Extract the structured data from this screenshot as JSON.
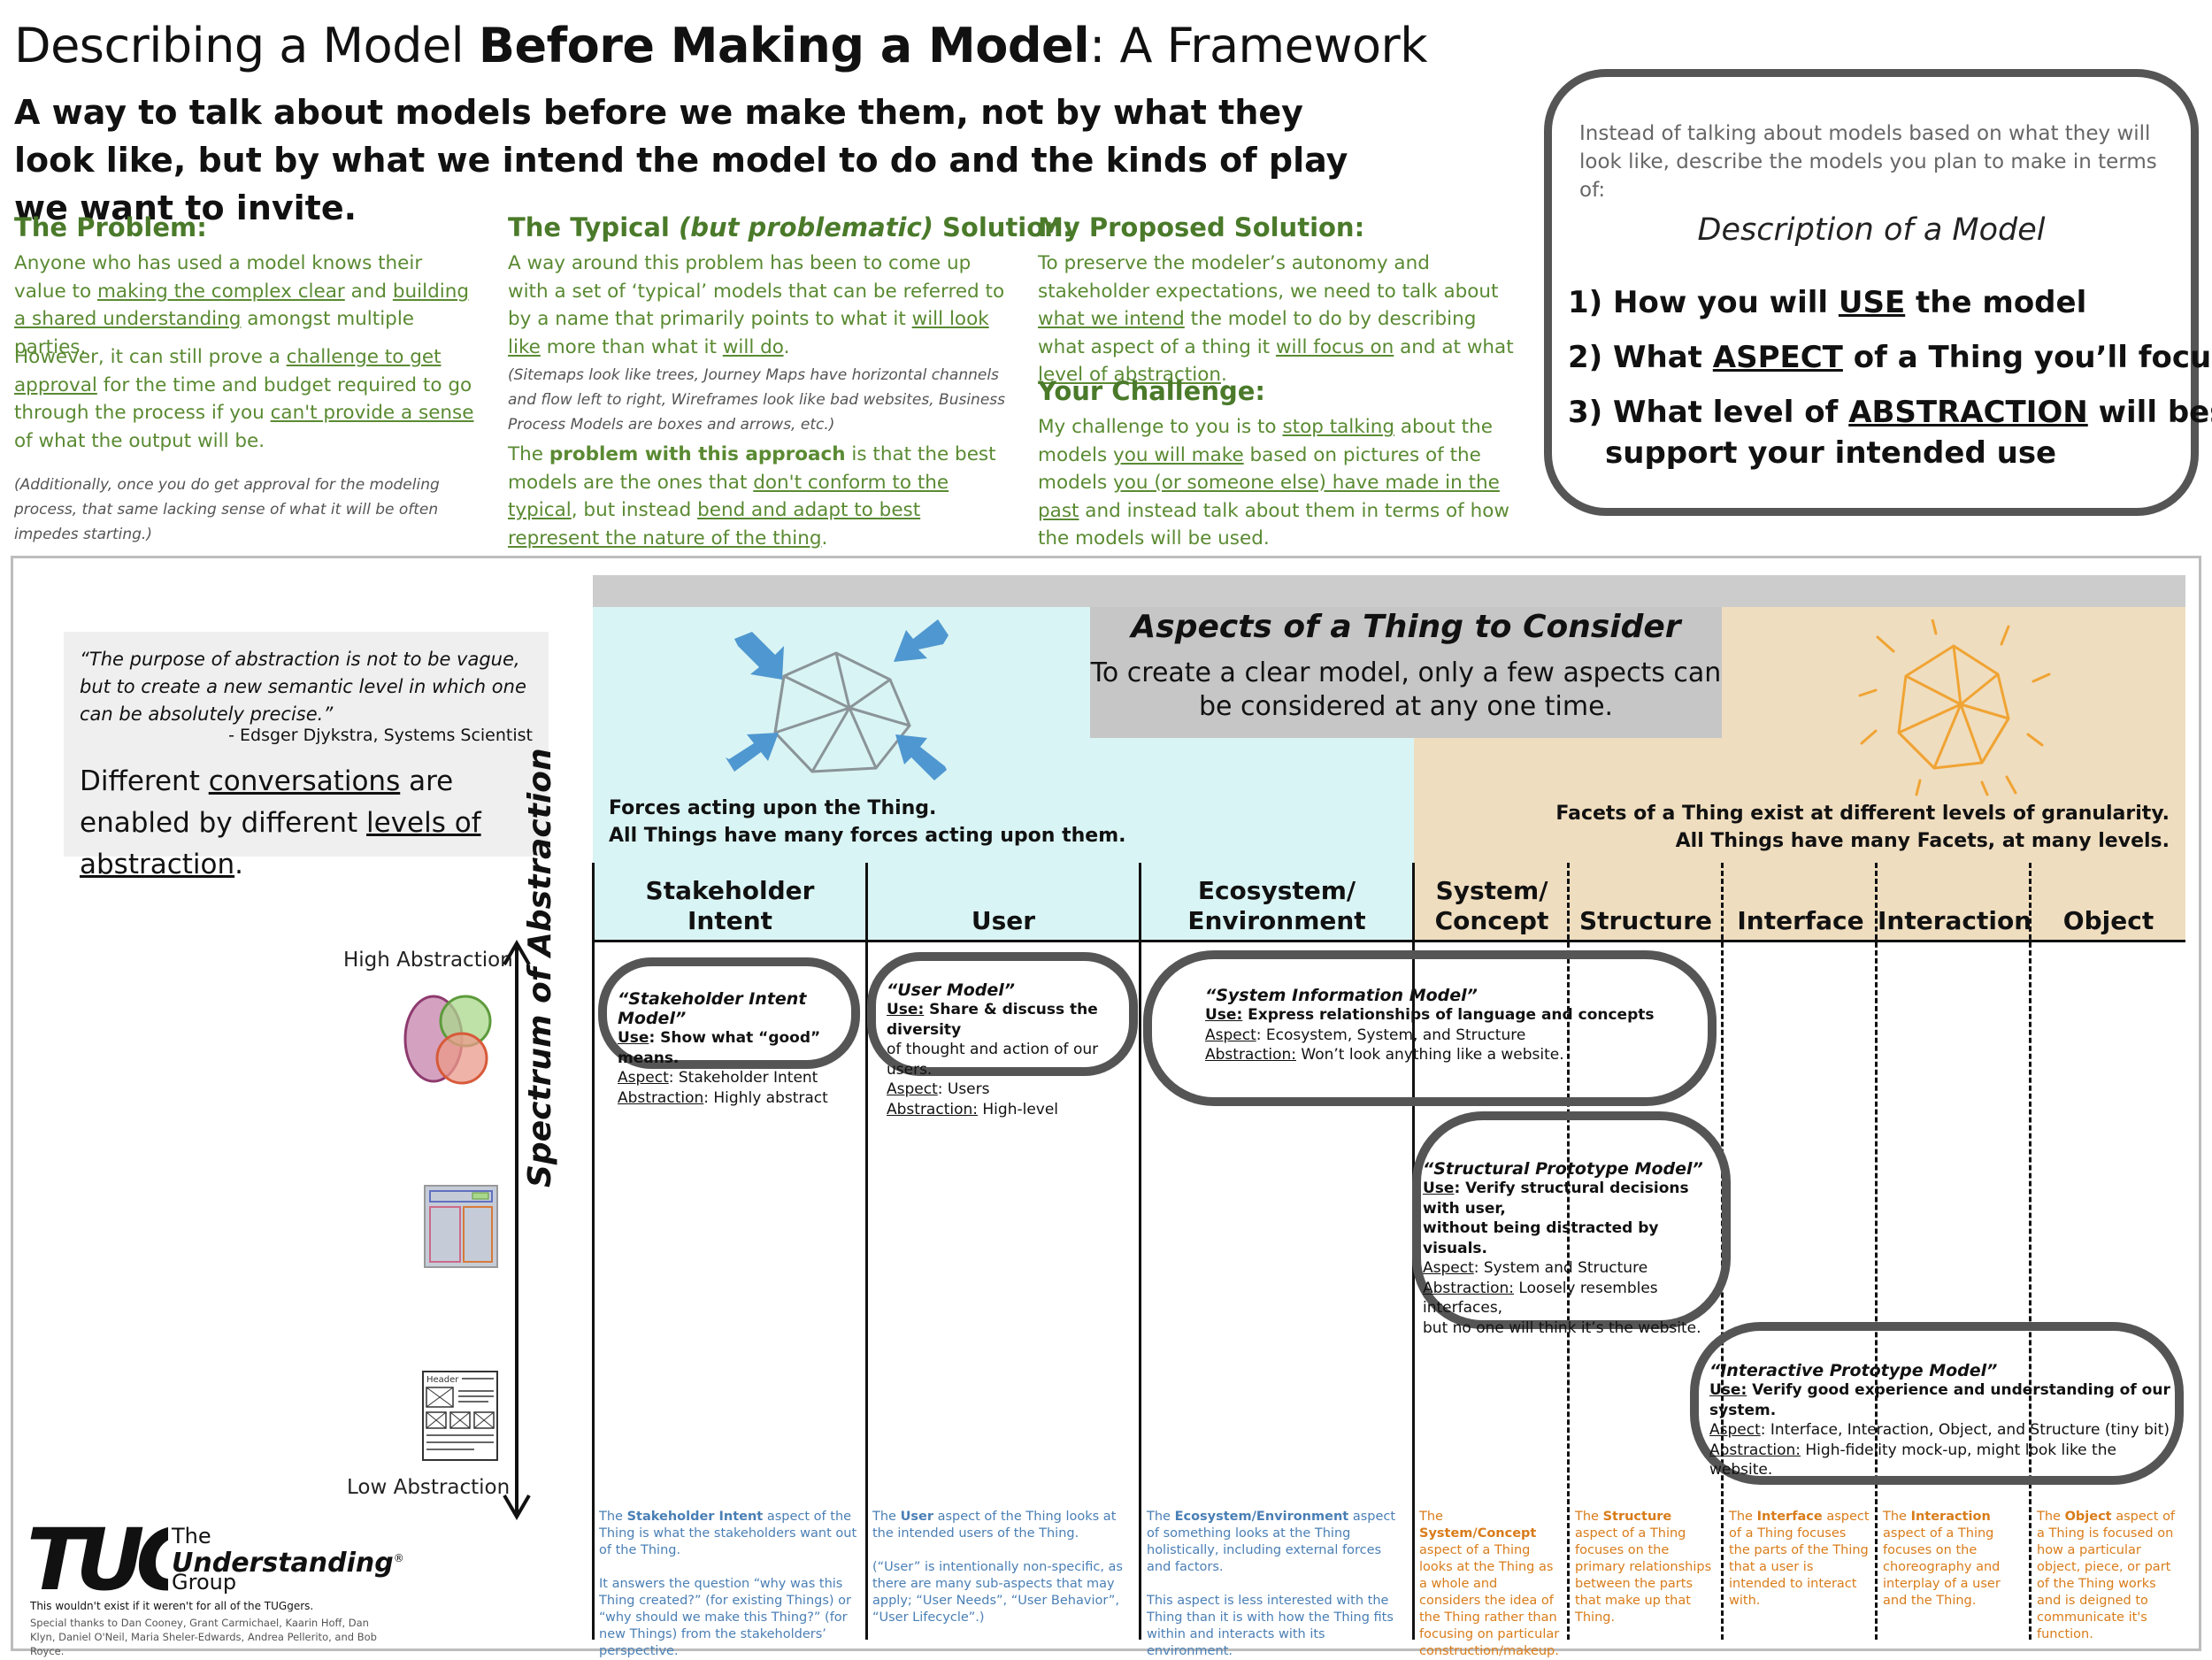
{
  "header": {
    "title_part1": "Describing a Model ",
    "title_bold": "Before Making a Model",
    "title_part2": ": A Framework",
    "subtitle": "A way to talk about models before we make them, not by what they look like, but by what we intend the model to do and the kinds of play we want to invite."
  },
  "problem": {
    "heading": "The Problem:",
    "p1_a": "Anyone who has used a model knows their value to ",
    "p1_u1": "making the complex clear",
    "p1_b": " and ",
    "p1_u2": "building a shared understanding",
    "p1_c": " amongst multiple parties.",
    "p2_a": "However, it can still prove a ",
    "p2_u1": "challenge to get approval",
    "p2_b": " for the time and budget required to go through the process if you ",
    "p2_u2": "can't provide a sense",
    "p2_c": " of what the output will be.",
    "note": "(Additionally, once you do get approval for the modeling process, that same lacking sense of what it will be often impedes starting.)"
  },
  "typical": {
    "heading_a": "The Typical ",
    "heading_em": "(but problematic)",
    "heading_b": " Solution:",
    "p1_a": "A way around this problem has been to come up with a set of ‘typical’ models that can be referred to by a name that primarily points to what it ",
    "p1_u1": "will look like",
    "p1_b": " more than what it ",
    "p1_u2": "will do",
    "p1_c": ".",
    "note": "(Sitemaps look like trees, Journey Maps have horizontal channels and flow left to right, Wireframes look like bad websites, Business Process Models are boxes and arrows, etc.)",
    "p2_a": "The ",
    "p2_b": "problem with this approach",
    "p2_c": " is that the best models are the ones that ",
    "p2_u1": "don't conform to the typical",
    "p2_d": ", but instead ",
    "p2_u2": "bend and adapt to best represent the nature of the thing",
    "p2_e": "."
  },
  "proposed": {
    "heading": "My Proposed Solution:",
    "p1_a": "To preserve the modeler’s autonomy and stakeholder expectations, we need to talk about ",
    "p1_u1": "what we intend",
    "p1_b": " the model to do by describing what aspect of a thing it ",
    "p1_u2": "will focus on",
    "p1_c": " and at what ",
    "p1_u3": "level of abstraction",
    "p1_d": ".",
    "challenge_heading": "Your Challenge:",
    "c_a": "My challenge to you is to ",
    "c_u1": "stop talking",
    "c_b": " about the models ",
    "c_u2": "you will make",
    "c_c": " based on pictures of the models ",
    "c_u3": "you (or someone else) have made in the past",
    "c_d": " and instead talk about them in terms of how the models will be used."
  },
  "callout": {
    "lead": "Instead of talking about models based on what they will look like, describe the models you plan to make in terms of:",
    "desc": "Description of a Model",
    "item1_a": "1) How you will ",
    "item1_u": "USE",
    "item1_b": " the model",
    "item2_a": "2) What ",
    "item2_u": "ASPECT",
    "item2_b": " of a Thing you’ll focus on",
    "item3_a": "3) What level of ",
    "item3_u": "ABSTRACTION",
    "item3_b": " will best",
    "item3_c": "support your intended use"
  },
  "quote": {
    "text": "“The purpose of abstraction is not to be vague, but to create a new semantic level in which one can be absolutely precise.”",
    "attribution": "- Edsger Djykstra, Systems Scientist",
    "d_a": "Different ",
    "d_u1": "conversations",
    "d_b": " are enabled by different ",
    "d_u2": "levels of abstraction",
    "d_c": "."
  },
  "aspects_header": {
    "title": "Aspects of a Thing to Consider",
    "sub": "To create a clear model, only a few aspects can be considered at any one time.",
    "forces_1": "Forces acting upon the Thing.",
    "forces_2": "All Things have many forces acting upon them.",
    "facets_1": "Facets of a Thing exist at different levels of granularity.",
    "facets_2": "All Things have many Facets, at many levels."
  },
  "columns": {
    "stakeholder_1": "Stakeholder",
    "stakeholder_2": "Intent",
    "user": "User",
    "eco_1": "Ecosystem/",
    "eco_2": "Environment",
    "system_1": "System/",
    "system_2": "Concept",
    "structure": "Structure",
    "interface": "Interface",
    "interaction": "Interaction",
    "object": "Object"
  },
  "abstraction": {
    "high": "High Abstraction",
    "low": "Low Abstraction",
    "spectrum": "Spectrum of Abstraction"
  },
  "models": {
    "stakeholder": {
      "title": "“Stakeholder Intent Model”",
      "use_label": "Use",
      "use": ": Show what “good” means.",
      "aspect_label": "Aspect",
      "aspect": ": Stakeholder Intent",
      "abs_label": "Abstraction",
      "abs": ": Highly abstract"
    },
    "user": {
      "title": "“User Model”",
      "use_label": "Use:",
      "use_1": " Share & discuss the diversity",
      "use_2": "of thought and action of our users.",
      "aspect_label": "Aspect",
      "aspect": ": Users",
      "abs_label": "Abstraction:",
      "abs": " High-level"
    },
    "system": {
      "title": "“System Information Model”",
      "use_label": "Use:",
      "use": " Express relationships of language and concepts",
      "aspect_label": "Aspect",
      "aspect": ": Ecosystem, System, and Structure",
      "abs_label": "Abstraction:",
      "abs": " Won’t look anything like a website."
    },
    "structural": {
      "title": "“Structural Prototype Model”",
      "use_label": "Use",
      "use_1": ": Verify structural decisions with user,",
      "use_2": "without being distracted by visuals.",
      "aspect_label": "Aspect",
      "aspect": ": System and Structure",
      "abs_label": "Abstraction:",
      "abs_1": " Loosely resembles interfaces,",
      "abs_2": "but no one will think it’s the website."
    },
    "interactive": {
      "title": "“Interactive Prototype Model”",
      "use_label": "Use:",
      "use": " Verify good experience and understanding of our system.",
      "aspect_label": "Aspect",
      "aspect": ": Interface, Interaction, Object, and Structure (tiny bit)",
      "abs_label": "Abstraction:",
      "abs": " High-fidelity mock-up, might look like the website."
    }
  },
  "descriptions": {
    "stakeholder_a": "The ",
    "stakeholder_b": "Stakeholder Intent",
    "stakeholder_c": " aspect of the Thing is what the stakeholders want out of the Thing.",
    "stakeholder_2": "It answers the question “why was this Thing created?” (for existing Things) or “why should we make this Thing?” (for new Things) from the stakeholders’ perspective.",
    "user_a": "The ",
    "user_b": "User",
    "user_c": " aspect of the Thing looks at the intended users of the Thing.",
    "user_2": "(“User” is intentionally non-specific, as there are many sub-aspects that may apply; “User Needs”, “User Behavior”, “User Lifecycle”.)",
    "eco_a": "The ",
    "eco_b": "Ecosystem/Environment",
    "eco_c": " aspect of something looks at the Thing holistically, including external forces and factors.",
    "eco_2": "This aspect is less interested with the Thing than it is with how the Thing fits within and interacts with its environment.",
    "system_a": "The ",
    "system_b": "System/Concept",
    "system_c": " aspect of a Thing looks at the Thing as a whole and considers the idea of the Thing rather than focusing on particular construction/makeup.",
    "structure_a": "The ",
    "structure_b": "Structure",
    "structure_c": " aspect of a Thing focuses on the primary relationships between the parts that make up that Thing.",
    "interface_a": "The ",
    "interface_b": "Interface",
    "interface_c": " aspect of a Thing focuses the parts of the Thing that a user is intended to interact with.",
    "interaction_a": "The ",
    "interaction_b": "Interaction",
    "interaction_c": " aspect of a Thing focuses on the choreography and interplay of a user and the Thing.",
    "object_a": "The ",
    "object_b": "Object",
    "object_c": " aspect of a Thing is  focused on how a particular object, piece, or part of the Thing works and is deigned to communicate it's function."
  },
  "logo": {
    "mark": "TUG",
    "the": "The",
    "understanding": "Understanding",
    "reg": "®",
    "group": "Group",
    "credits_1": "This wouldn't exist if it weren't for all of the TUGgers.",
    "credits_2": "Special thanks to Dan Cooney, Grant Carmichael, Kaarin Hoff, Dan Klyn, Daniel O'Neil, Maria Sheler-Edwards, Andrea Pellerito, and Bob Royce."
  },
  "colors": {
    "green": "#5a8a32",
    "cyan_panel": "#d9f4f4",
    "tan_panel": "#efddbf",
    "gray_header": "#c6c6c6",
    "blue_text": "#4a7fb5",
    "orange_text": "#d97c1a",
    "arrow_blue": "#4f97d0",
    "sun_orange": "#f0a434"
  }
}
